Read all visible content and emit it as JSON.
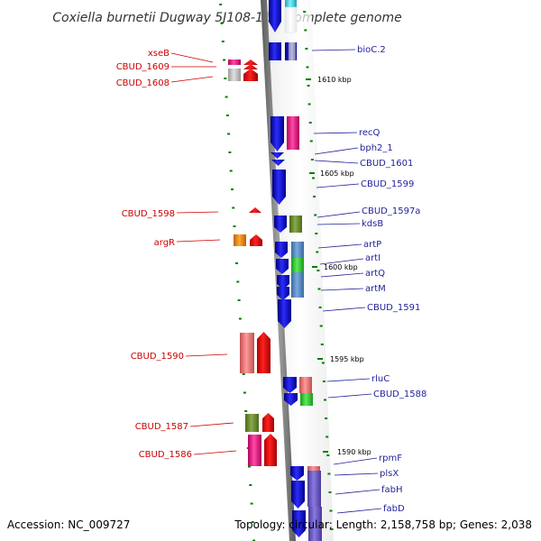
{
  "title": "Coxiella burnetii Dugway 5J108-111, complete genome",
  "footer": {
    "accession": "Accession: NC_009727",
    "summary": "Topology: circular; Length: 2,158,758 bp; Genes: 2,038"
  },
  "ticks": [
    "1610 kbp",
    "1605 kbp",
    "1600 kbp",
    "1595 kbp",
    "1590 kbp"
  ],
  "genes_left": [
    "xseB",
    "CBUD_1609",
    "CBUD_1608",
    "CBUD_1598",
    "argR",
    "CBUD_1590",
    "CBUD_1587",
    "CBUD_1586"
  ],
  "genes_right": [
    "bioC.2",
    "recQ",
    "bph2_1",
    "CBUD_1601",
    "CBUD_1599",
    "CBUD_1597a",
    "kdsB",
    "artP",
    "artI",
    "artQ",
    "artM",
    "CBUD_1591",
    "rluC",
    "CBUD_1588",
    "rpmF",
    "plsX",
    "fabH",
    "fabD"
  ],
  "colors": {
    "left_label": "#cc0000",
    "right_label": "#1f1f99",
    "backbone": "#808080",
    "forward_gene": "#ff0000",
    "reverse_gene": "#0000ff",
    "ticks": "#008000"
  }
}
